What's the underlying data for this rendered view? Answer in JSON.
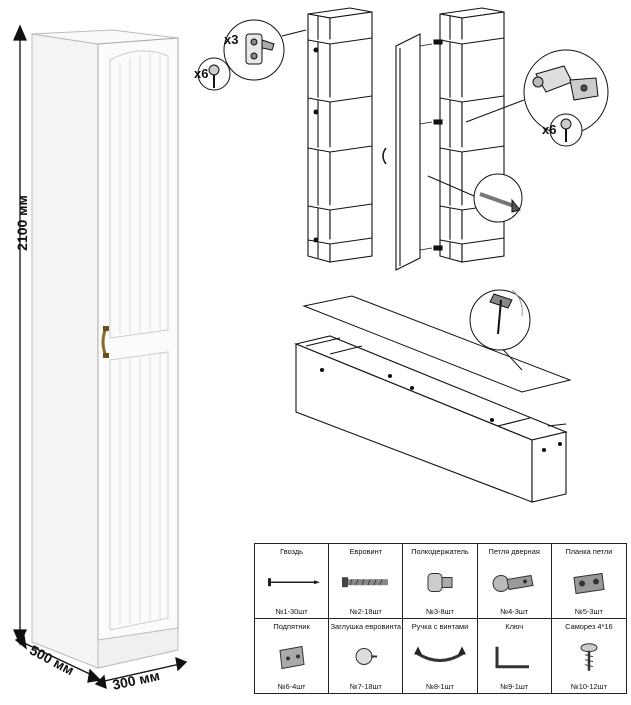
{
  "dimensions": {
    "height": "2100 мм",
    "depth": "500 мм",
    "width": "300 мм"
  },
  "callouts": {
    "hinge_screws_upper": "x6",
    "hinge_plates": "x3",
    "hinge_screws_right": "x6"
  },
  "parts": [
    {
      "name": "Гвоздь",
      "qty": "№1-30шт",
      "icon": "nail-icon"
    },
    {
      "name": "Евровинт",
      "qty": "№2-18шт",
      "icon": "euro-screw-icon"
    },
    {
      "name": "Полкодержатель",
      "qty": "№3-8шт",
      "icon": "shelf-support-icon"
    },
    {
      "name": "Петля дверная",
      "qty": "№4-3шт",
      "icon": "door-hinge-icon"
    },
    {
      "name": "Планка петли",
      "qty": "№5-3шт",
      "icon": "hinge-plate-icon"
    },
    {
      "name": "Подпятник",
      "qty": "№6-4шт",
      "icon": "foot-pad-icon"
    },
    {
      "name": "Заглушка евровинта",
      "qty": "№7-18шт",
      "icon": "screw-cap-icon"
    },
    {
      "name": "Ручка с винтами",
      "qty": "№8-1шт",
      "icon": "handle-with-screws-icon"
    },
    {
      "name": "Ключ",
      "qty": "№9-1шт",
      "icon": "hex-key-icon"
    },
    {
      "name": "Саморез 4*16",
      "qty": "№10-12шт",
      "icon": "self-tapping-screw-icon"
    }
  ]
}
